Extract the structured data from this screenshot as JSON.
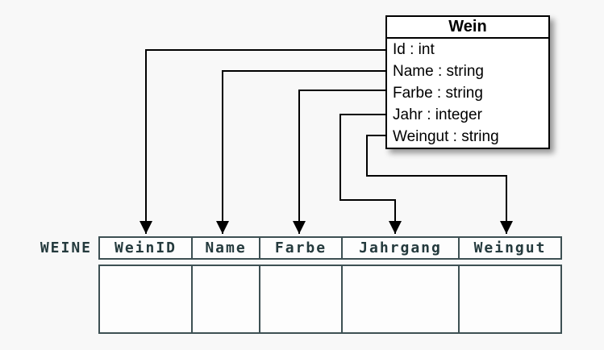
{
  "diagram": {
    "class_box": {
      "title": "Wein",
      "attributes": [
        "Id : int",
        "Name : string",
        "Farbe : string",
        "Jahr : integer",
        "Weingut : string"
      ]
    },
    "table": {
      "label": "WEINE",
      "columns": [
        "WeinID",
        "Name",
        "Farbe",
        "Jahrgang",
        "Weingut"
      ]
    },
    "connections": [
      {
        "from": "Id",
        "to": "WeinID"
      },
      {
        "from": "Name",
        "to": "Name"
      },
      {
        "from": "Farbe",
        "to": "Farbe"
      },
      {
        "from": "Jahr",
        "to": "Jahrgang"
      },
      {
        "from": "Weingut",
        "to": "Weingut"
      }
    ],
    "colors": {
      "background": "#f8f8f8",
      "arrow_line": "#000000",
      "class_border": "#000000",
      "class_fill": "#ffffff",
      "table_border": "#3d5053",
      "table_text": "#243a3d",
      "table_fill": "#fdfdfd"
    }
  }
}
